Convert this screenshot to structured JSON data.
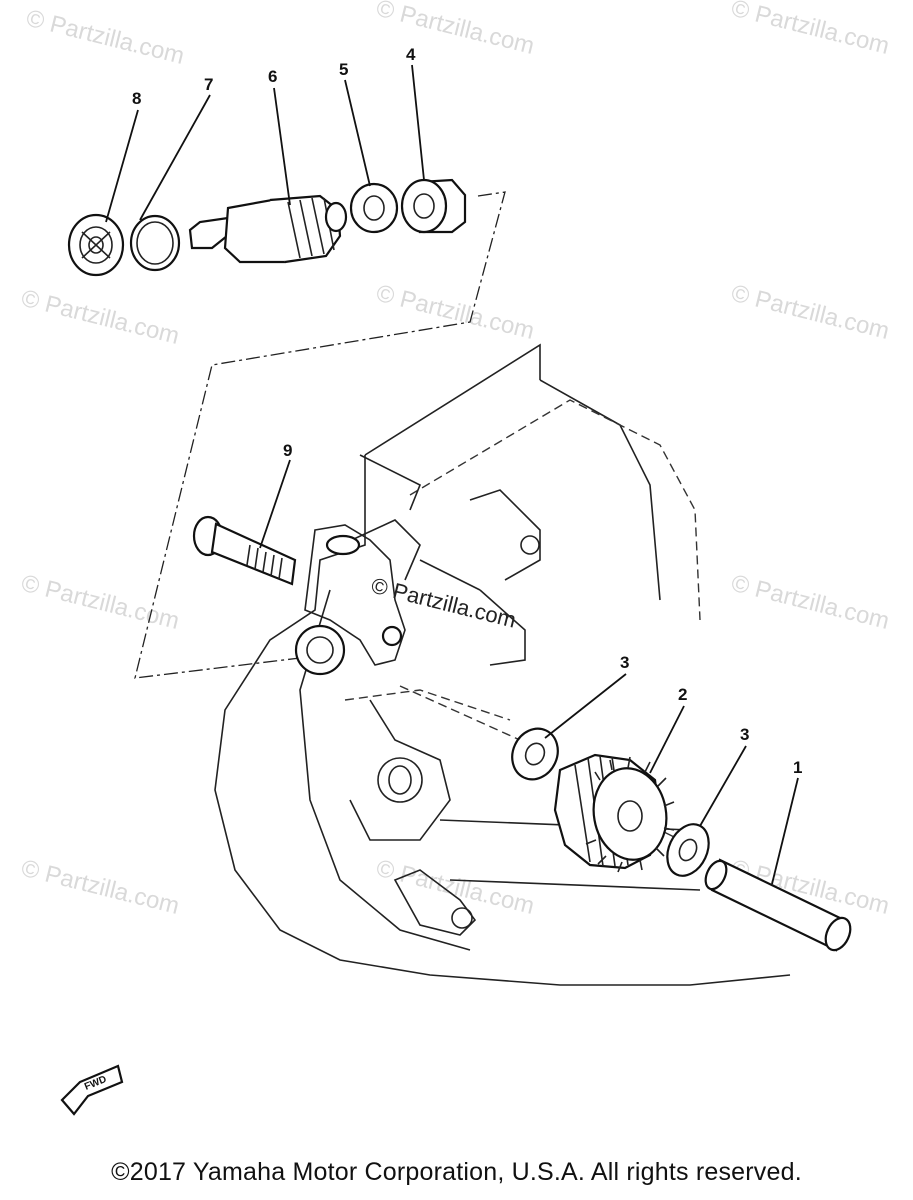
{
  "watermark": {
    "text": "© Partzilla.com",
    "color": "#d9d9d9"
  },
  "center_watermark": "© Partzilla.com",
  "callouts": [
    {
      "id": "1",
      "label": "1"
    },
    {
      "id": "2",
      "label": "2"
    },
    {
      "id": "3a",
      "label": "3"
    },
    {
      "id": "3b",
      "label": "3"
    },
    {
      "id": "4",
      "label": "4"
    },
    {
      "id": "5",
      "label": "5"
    },
    {
      "id": "6",
      "label": "6"
    },
    {
      "id": "7",
      "label": "7"
    },
    {
      "id": "8",
      "label": "8"
    },
    {
      "id": "9",
      "label": "9"
    }
  ],
  "fwd_arrow": "FWD",
  "copyright": "©2017  Yamaha Motor Corporation, U.S.A. All rights reserved."
}
